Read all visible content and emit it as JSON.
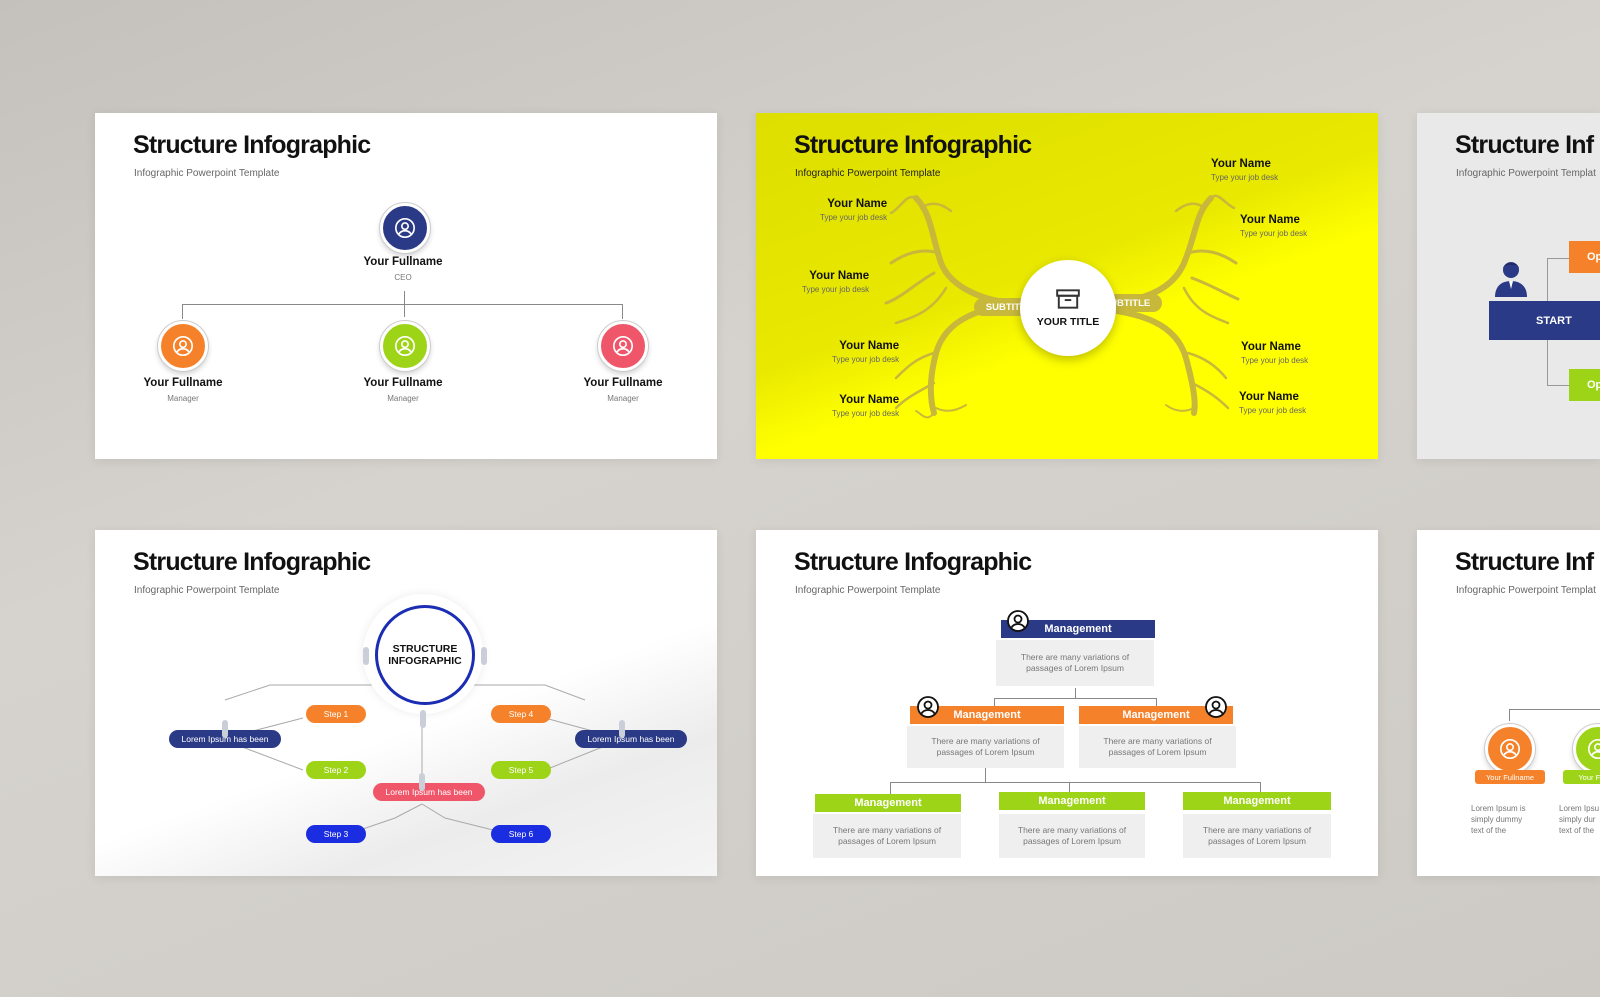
{
  "slides": {
    "s1": {
      "title": "Structure Infographic",
      "subtitle": "Infographic Powerpoint Template",
      "top": {
        "name": "Your Fullname",
        "role": "CEO",
        "color": "#2b3a86"
      },
      "children": [
        {
          "name": "Your Fullname",
          "role": "Manager",
          "color": "#f5822a"
        },
        {
          "name": "Your Fullname",
          "role": "Manager",
          "color": "#9ed418"
        },
        {
          "name": "Your Fullname",
          "role": "Manager",
          "color": "#f0566a"
        }
      ]
    },
    "s2": {
      "title": "Structure Infographic",
      "subtitle": "Infographic Powerpoint Template",
      "center_title": "YOUR TITLE",
      "subtitle_left": "SUBTITLE",
      "subtitle_right": "SUBTITLE",
      "bg_color": "#ffff00",
      "branch_color": "#c7b83c",
      "left_names": [
        {
          "name": "Your Name",
          "desk": "Type your job desk"
        },
        {
          "name": "Your Name",
          "desk": "Type your job desk"
        },
        {
          "name": "Your Name",
          "desk": "Type your job desk"
        },
        {
          "name": "Your Name",
          "desk": "Type your job desk"
        }
      ],
      "right_names": [
        {
          "name": "Your Name",
          "desk": "Type your job desk"
        },
        {
          "name": "Your Name",
          "desk": "Type your job desk"
        },
        {
          "name": "Your Name",
          "desk": "Type your job desk"
        },
        {
          "name": "Your Name",
          "desk": "Type your job desk"
        }
      ]
    },
    "s3": {
      "title": "Structure Inf",
      "subtitle": "Infographic Powerpoint Templat",
      "start_label": "START",
      "option_top": "Op",
      "option_bottom": "Op",
      "start_color": "#2b3a86"
    },
    "s4": {
      "title": "Structure Infographic",
      "subtitle": "Infographic Powerpoint Template",
      "center_line1": "STRUCTURE",
      "center_line2": "INFOGRAPHIC",
      "lorem_left": "Lorem Ipsum has been",
      "lorem_right": "Lorem Ipsum has been",
      "lorem_bottom": "Lorem Ipsum has been",
      "steps": [
        "Step 1",
        "Step 2",
        "Step 3",
        "Step 4",
        "Step 5",
        "Step 6"
      ]
    },
    "s5": {
      "title": "Structure Infographic",
      "subtitle": "Infographic Powerpoint Template",
      "boxes": [
        {
          "head": "Management",
          "body_1": "There are many variations of",
          "body_2": "passages  of Lorem Ipsum",
          "color": "#2b3a86"
        },
        {
          "head": "Management",
          "body_1": "There are many variations of",
          "body_2": "passages  of Lorem Ipsum",
          "color": "#f5822a"
        },
        {
          "head": "Management",
          "body_1": "There are many variations of",
          "body_2": "passages  of Lorem Ipsum",
          "color": "#f5822a"
        },
        {
          "head": "Management",
          "body_1": "There are many variations of",
          "body_2": "passages  of Lorem Ipsum",
          "color": "#9ed418"
        },
        {
          "head": "Management",
          "body_1": "There are many variations of",
          "body_2": "passages  of Lorem Ipsum",
          "color": "#9ed418"
        },
        {
          "head": "Management",
          "body_1": "There are many variations of",
          "body_2": "passages  of Lorem Ipsum",
          "color": "#9ed418"
        }
      ]
    },
    "s6": {
      "title": "Structure Inf",
      "subtitle": "Infographic Powerpoint Templat",
      "a_label": "Your Fullname",
      "a_text_1": "Lorem Ipsum is",
      "a_text_2": "simply dummy",
      "a_text_3": "text of the",
      "b_label": "Your Full",
      "b_text_1": "Lorem Ipsu",
      "b_text_2": "simply dur",
      "b_text_3": "text of the"
    }
  }
}
